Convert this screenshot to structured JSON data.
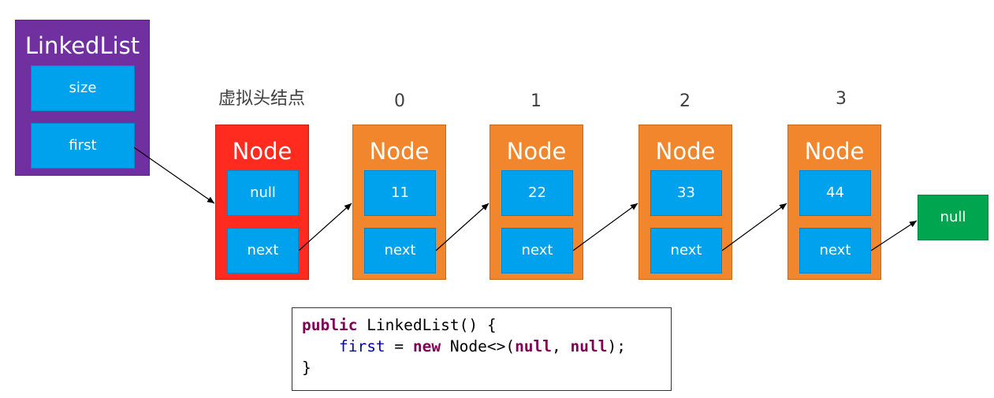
{
  "linkedlist": {
    "title": "LinkedList",
    "fields": [
      "size",
      "first"
    ]
  },
  "nodes": [
    {
      "index_label": "虚拟头结点",
      "title": "Node",
      "value": "null",
      "next": "next",
      "kind": "head"
    },
    {
      "index_label": "0",
      "title": "Node",
      "value": "11",
      "next": "next",
      "kind": "normal"
    },
    {
      "index_label": "1",
      "title": "Node",
      "value": "22",
      "next": "next",
      "kind": "normal"
    },
    {
      "index_label": "2",
      "title": "Node",
      "value": "33",
      "next": "next",
      "kind": "normal"
    },
    {
      "index_label": "3",
      "title": "Node",
      "value": "44",
      "next": "next",
      "kind": "normal"
    }
  ],
  "terminal": "null",
  "code": {
    "line1": [
      "public",
      " LinkedList() {"
    ],
    "line2": [
      "    ",
      "first",
      " = ",
      "new",
      " Node<>(",
      "null",
      ", ",
      "null",
      ");"
    ],
    "line3": "}"
  },
  "colors": {
    "linkedlist_bg": "#7030a0",
    "field_bg": "#00a2ed",
    "head_node_bg": "#ff2b1f",
    "node_bg": "#f2862c",
    "null_bg": "#00a550",
    "keyword": "#7f0055",
    "field_name": "#0000c0"
  }
}
